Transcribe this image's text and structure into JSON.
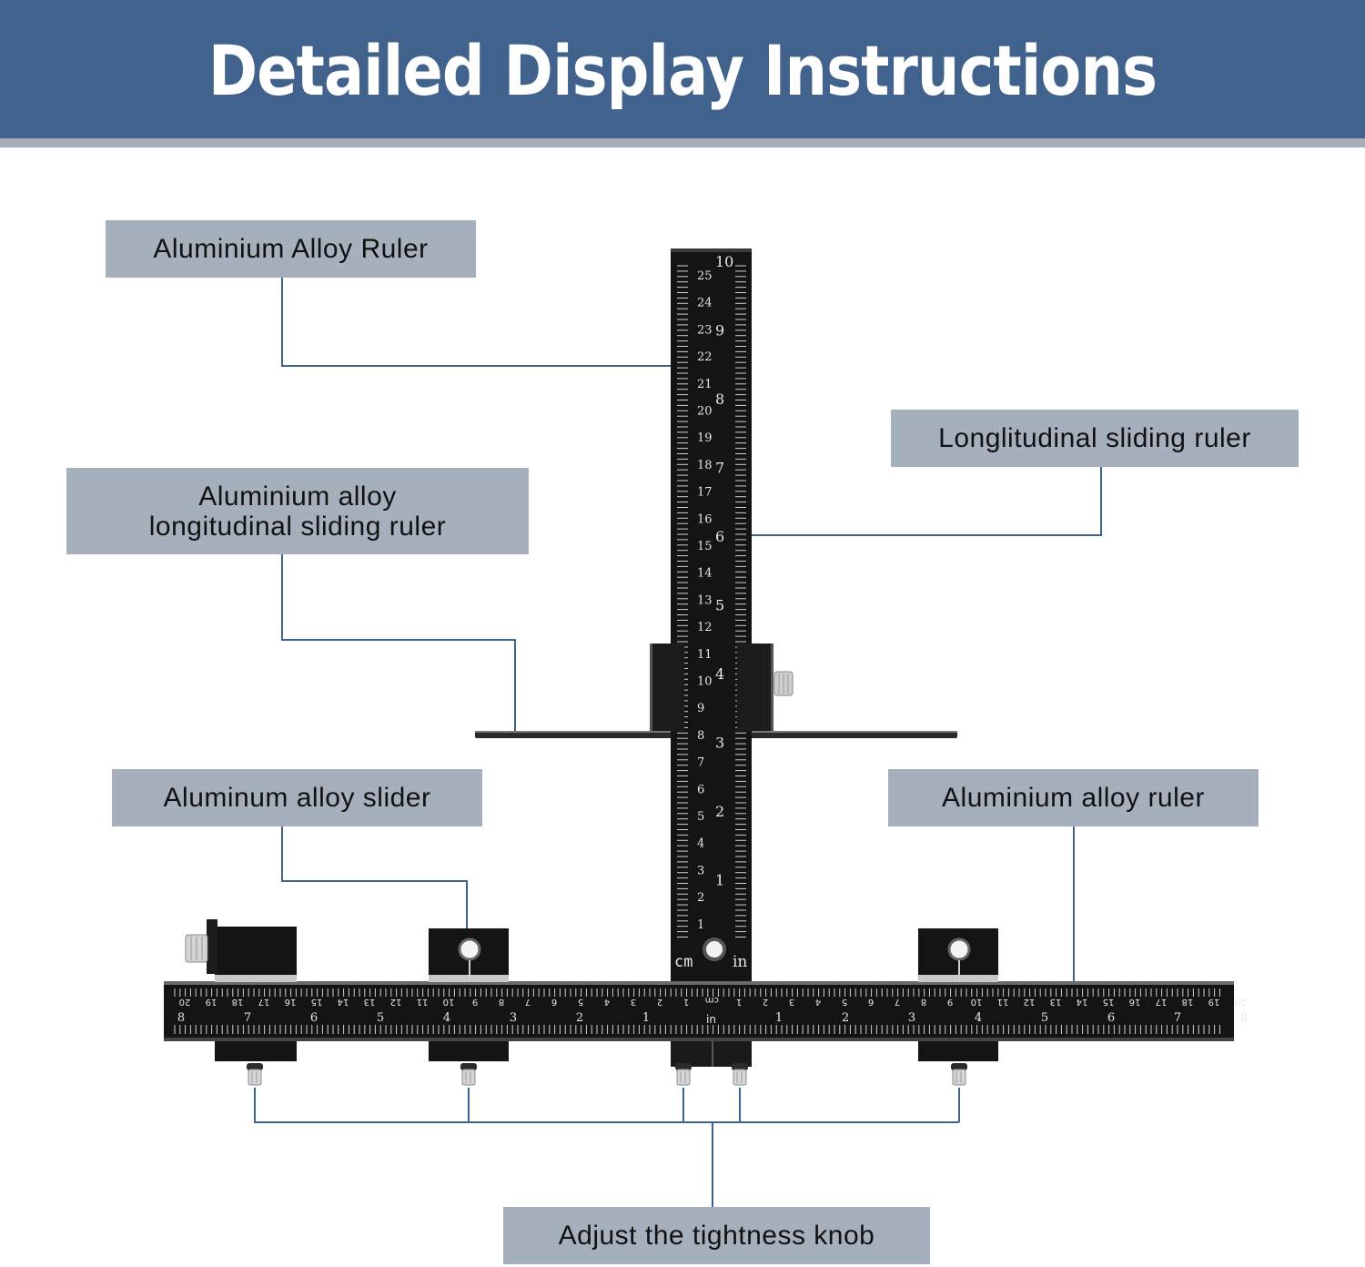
{
  "title": "Detailed Display Instructions",
  "colors": {
    "header": "#40628c",
    "label_box": "#a6afbc",
    "leader_line": "#40628c"
  },
  "labels": {
    "aluminium_alloy_ruler": "Aluminium Alloy Ruler",
    "longitudinal_sliding_ruler": "Longlitudinal sliding ruler",
    "aluminium_alloy_longitudinal_sliding_ruler": "Aluminium alloy longitudinal sliding ruler",
    "aluminum_alloy_slider": "Aluminum alloy slider",
    "aluminium_alloy_ruler_horizontal": "Aluminium alloy ruler",
    "adjust_tightness_knob": "Adjust the tightness knob"
  },
  "vertical_ruler": {
    "cm_marks": [
      "25",
      "24",
      "23",
      "22",
      "21",
      "20",
      "19",
      "18",
      "17",
      "16",
      "15",
      "14",
      "13",
      "12",
      "11",
      "10",
      "9",
      "8",
      "7",
      "6",
      "5",
      "4",
      "3",
      "2",
      "1"
    ],
    "inch_marks": [
      "10",
      "9",
      "8",
      "7",
      "6",
      "5",
      "4",
      "3",
      "2",
      "1"
    ],
    "unit_cm": "cm",
    "unit_in": "in"
  },
  "horizontal_ruler": {
    "cm_marks_left": [
      "20",
      "19",
      "18",
      "17",
      "16",
      "15",
      "14",
      "13",
      "12",
      "11",
      "10",
      "9",
      "8",
      "7",
      "6",
      "5",
      "4",
      "3",
      "2",
      "1"
    ],
    "cm_marks_right": [
      "1",
      "2",
      "3",
      "4",
      "5",
      "6",
      "7",
      "8",
      "9",
      "10",
      "11",
      "12",
      "13",
      "14",
      "15",
      "16",
      "17",
      "18",
      "19",
      "20"
    ],
    "inch_marks_left": [
      "8",
      "7",
      "6",
      "5",
      "4",
      "3",
      "2",
      "1"
    ],
    "inch_marks_right": [
      "1",
      "2",
      "3",
      "4",
      "5",
      "6",
      "7",
      "8"
    ],
    "unit_cm": "cm",
    "unit_in": "in"
  }
}
